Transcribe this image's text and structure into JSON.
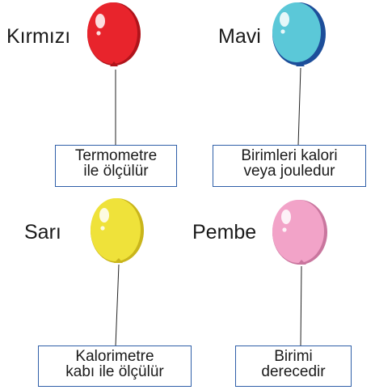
{
  "balloons": [
    {
      "name": "Kırmızı",
      "label_lines": [
        "Termometre",
        "ile ölçülür"
      ],
      "color": "#e8242c",
      "shade": "#b0141b"
    },
    {
      "name": "Mavi",
      "label_lines": [
        "Birimleri kalori",
        "veya jouledur"
      ],
      "color": "#5bc8d8",
      "shade": "#1d4e9a"
    },
    {
      "name": "Sarı",
      "label_lines": [
        "Kalorimetre",
        "kabı ile ölçülür"
      ],
      "color": "#efe23a",
      "shade": "#c9b51b"
    },
    {
      "name": "Pembe",
      "label_lines": [
        "Birimi",
        "derecedir"
      ],
      "color": "#f2a3c8",
      "shade": "#c9769e"
    }
  ]
}
